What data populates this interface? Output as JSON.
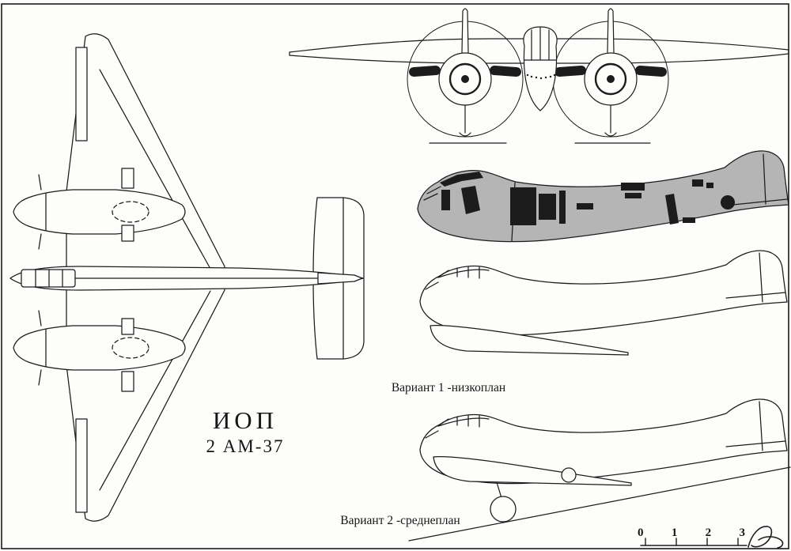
{
  "drawing": {
    "title_line1": "ИОП",
    "title_line2": "2 АМ-37",
    "variant1_label": "Вариант 1 -низкоплан",
    "variant2_label": "Вариант 2 -среднеплан"
  },
  "scale_bar": {
    "ticks": [
      "0",
      "1",
      "2",
      "3"
    ]
  },
  "colors": {
    "ink": "#1c1c1c",
    "paper": "#fdfdfb",
    "fuselage_gray": "#b5b5b5"
  }
}
